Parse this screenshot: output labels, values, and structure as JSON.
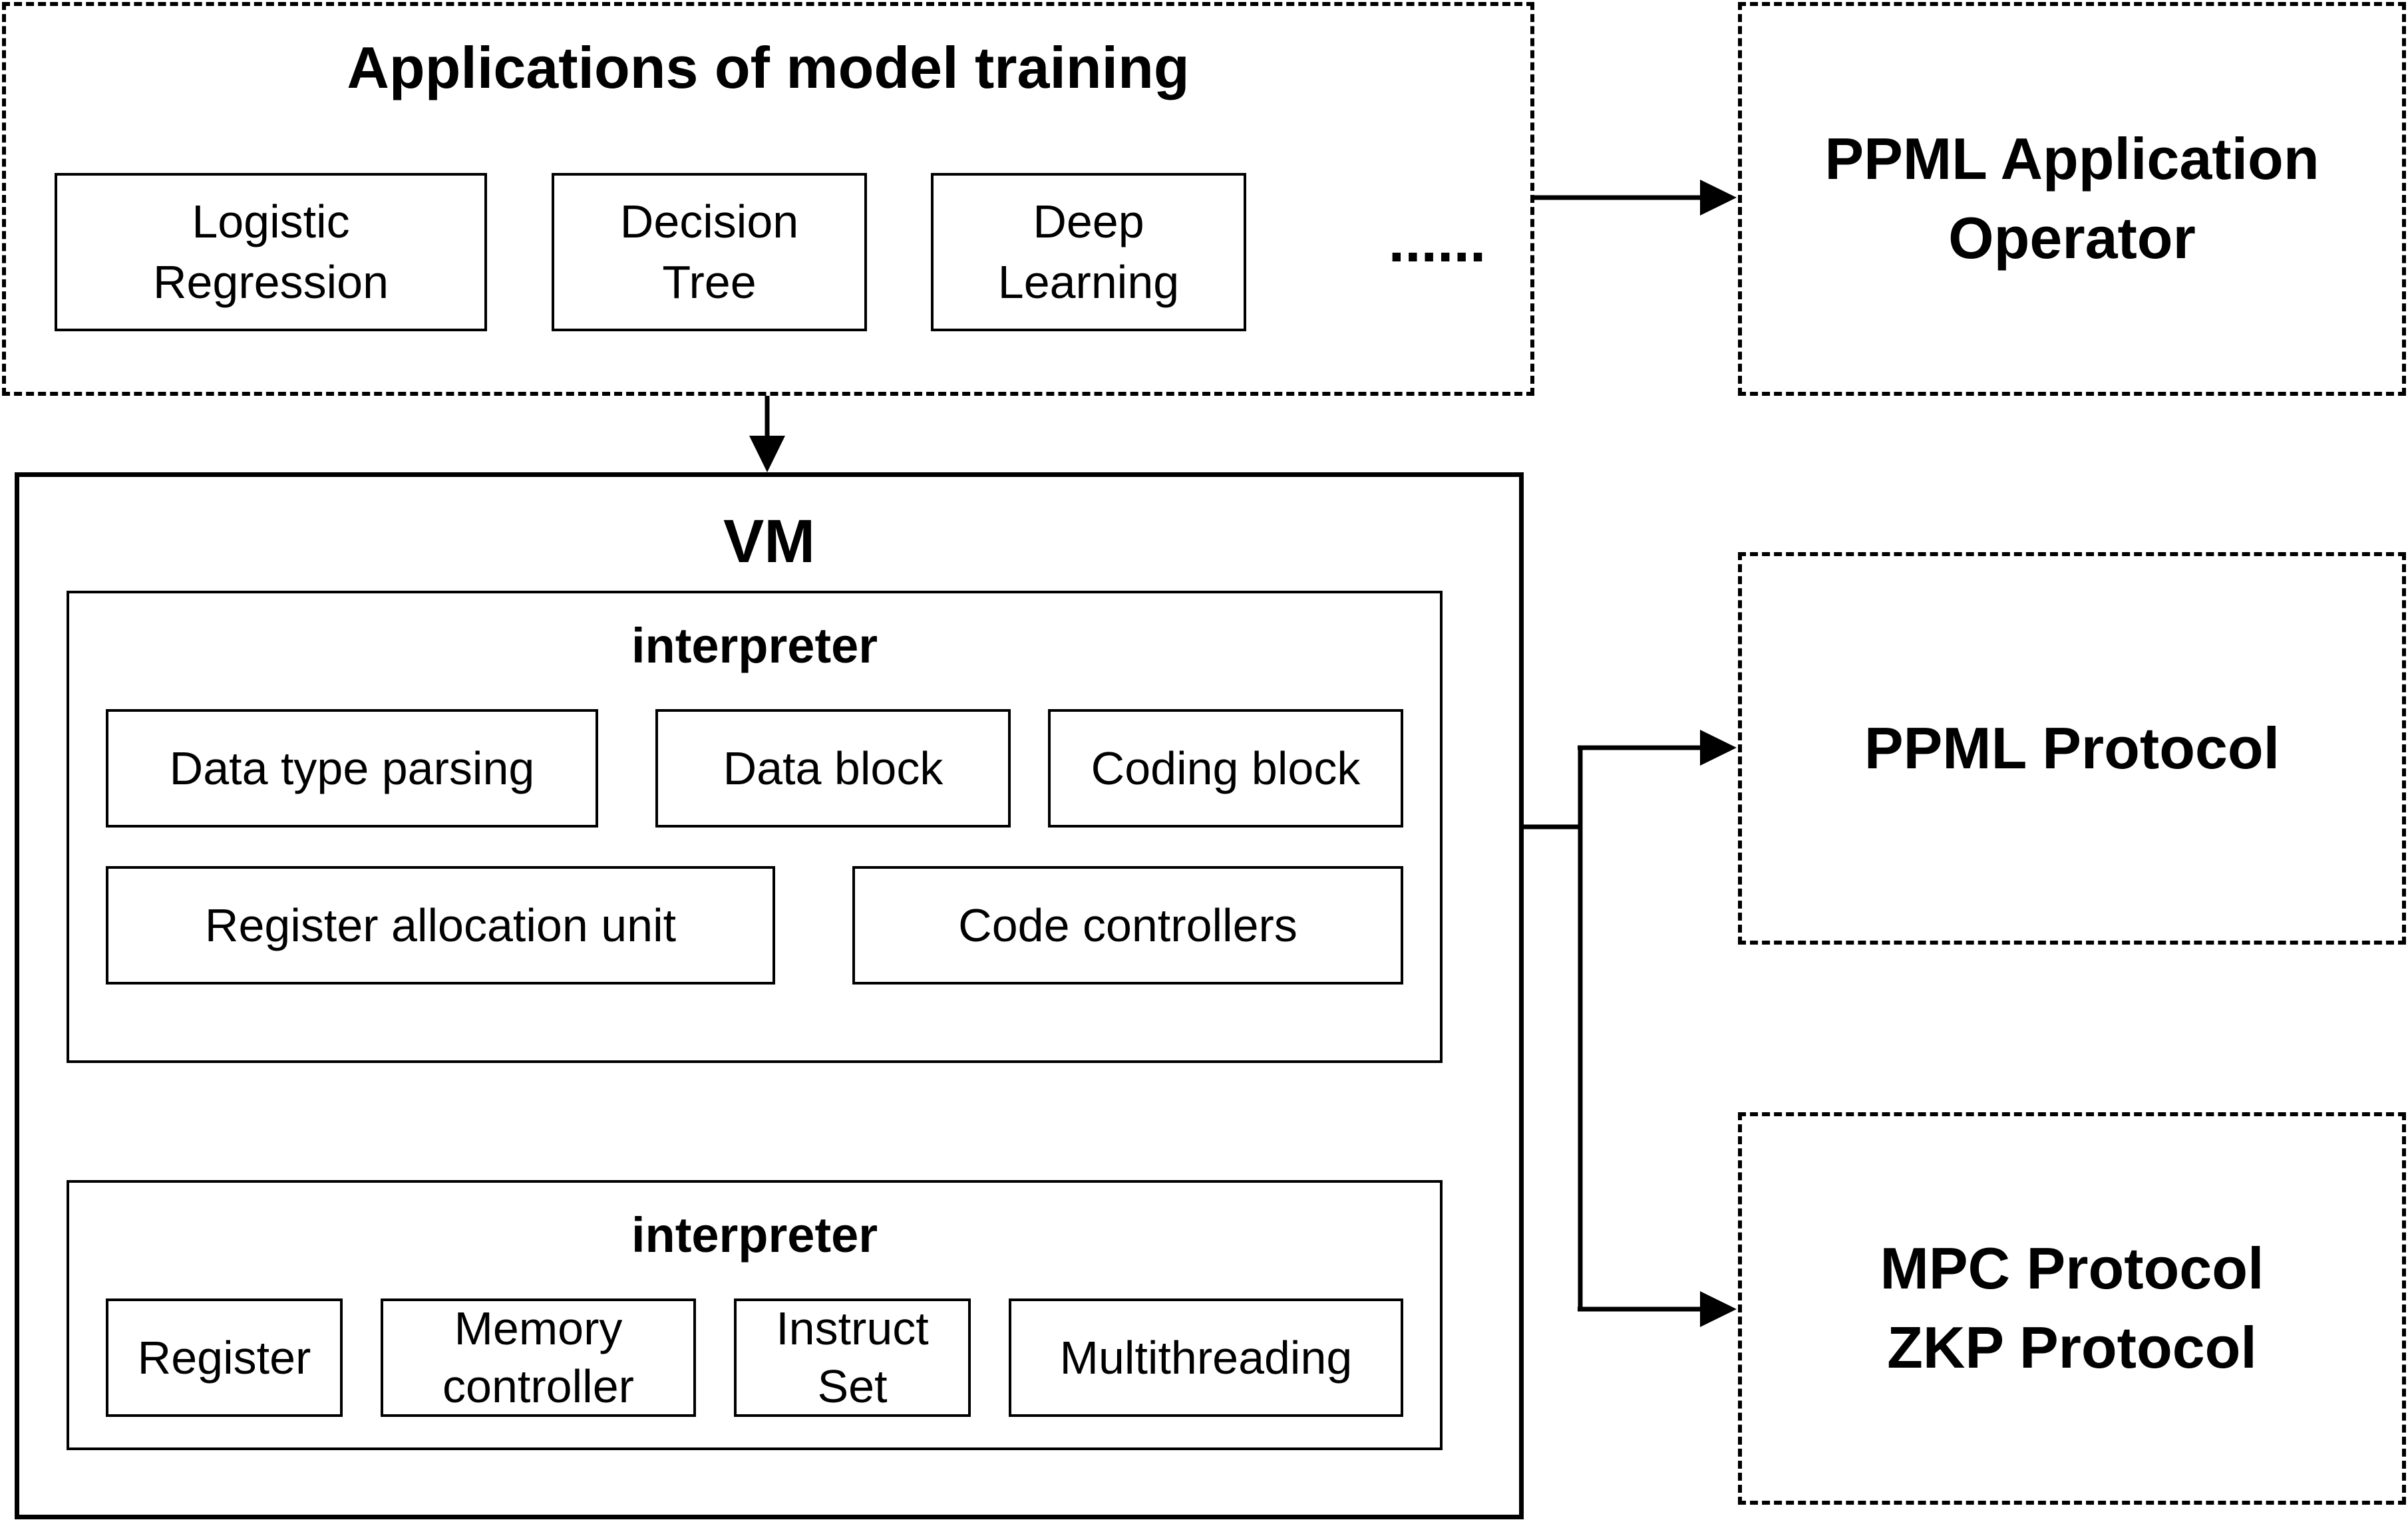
{
  "applications": {
    "title": "Applications of model training",
    "items": [
      "Logistic\nRegression",
      "Decision\nTree",
      "Deep\nLearning"
    ],
    "ellipsis": "......"
  },
  "ppml_operator": {
    "label": "PPML Application\nOperator"
  },
  "vm": {
    "title": "VM",
    "interpreter_top": {
      "title": "interpreter",
      "items": [
        "Data type parsing",
        "Data block",
        "Coding block",
        "Register allocation unit",
        "Code controllers"
      ]
    },
    "interpreter_bottom": {
      "title": "interpreter",
      "items": [
        "Register",
        "Memory\ncontroller",
        "Instruct\nSet",
        "Multithreading"
      ]
    }
  },
  "ppml_protocol": {
    "label": "PPML Protocol"
  },
  "mpc_zkp": {
    "label": "MPC Protocol\nZKP Protocol"
  }
}
